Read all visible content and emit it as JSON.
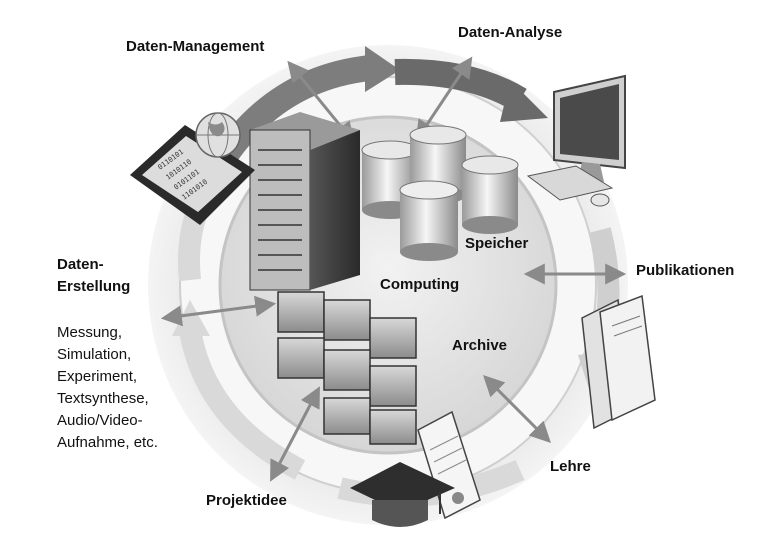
{
  "labels": {
    "daten_management": "Daten-Management",
    "daten_analyse": "Daten-Analyse",
    "daten_erstellung_1": "Daten-",
    "daten_erstellung_2": "Erstellung",
    "publikationen": "Publikationen",
    "speicher": "Speicher",
    "computing": "Computing",
    "archive": "Archive",
    "lehre": "Lehre",
    "projektidee": "Projektidee"
  },
  "creation_items": [
    "Messung,",
    "Simulation,",
    "Experiment,",
    "Textsynthese,",
    "Audio/Video-",
    "Aufnahme, etc."
  ],
  "icons": [
    "tablet-icon",
    "globe-icon",
    "server-rack-icon",
    "storage-cylinders-icon",
    "monitor-icon",
    "keyboard-icon",
    "mouse-icon",
    "books-icon",
    "certificate-icon",
    "graduation-cap-icon",
    "archive-boxes-icon"
  ]
}
